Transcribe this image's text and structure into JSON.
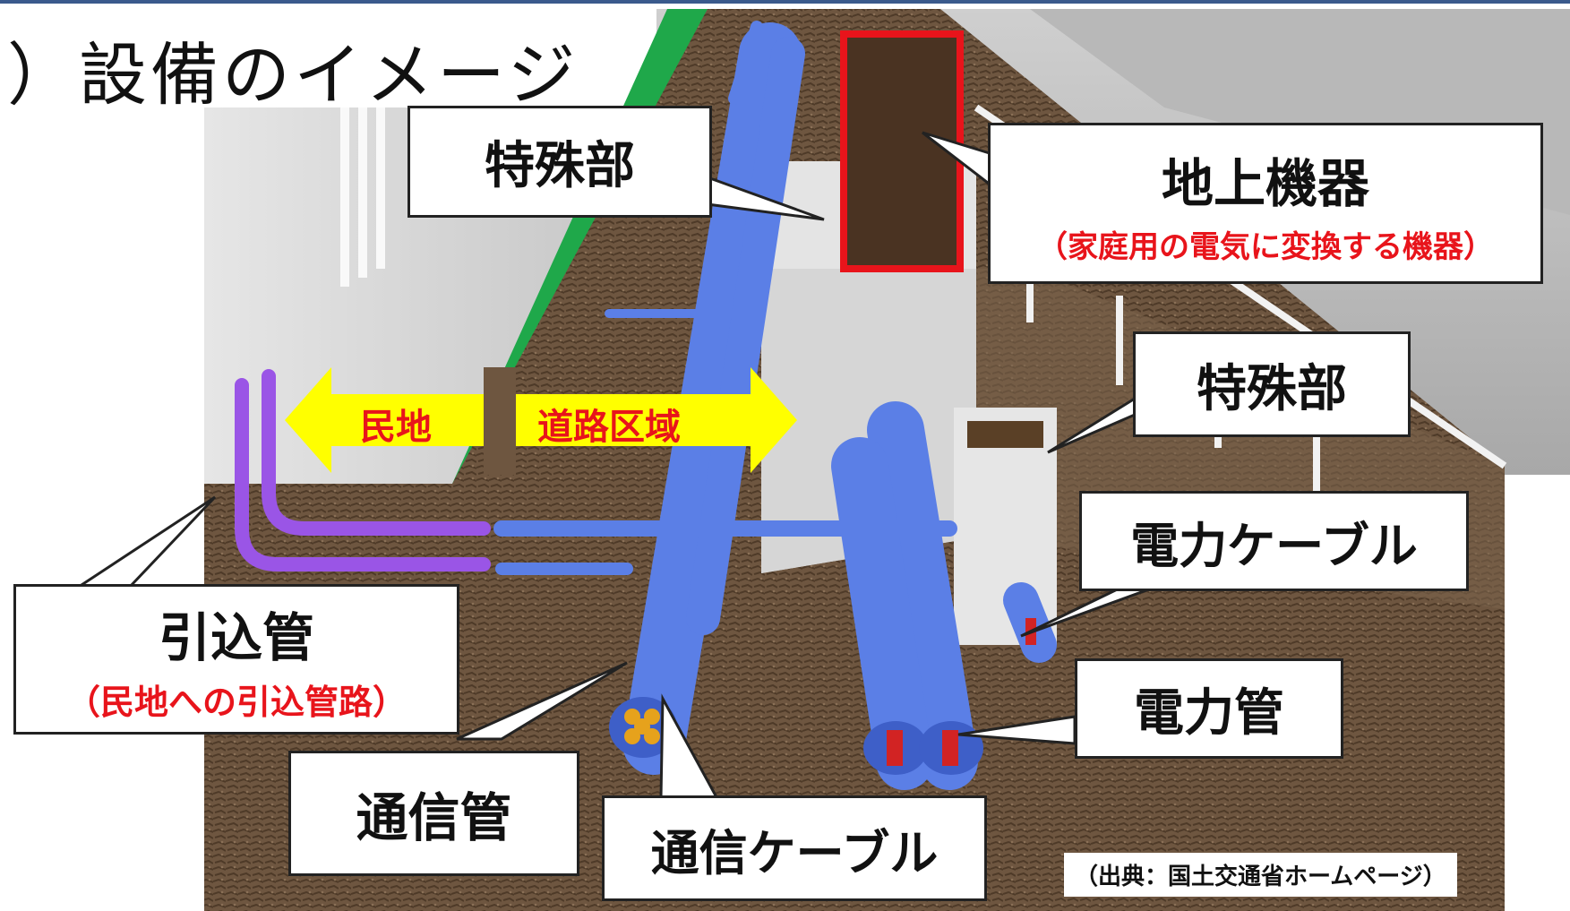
{
  "title": "）設備のイメージ",
  "labels": {
    "tokushubu_top": "特殊部",
    "chijo_kiki": "地上機器",
    "chijo_kiki_sub": "（家庭用の電気に変換する機器）",
    "tokushubu_right": "特殊部",
    "minchi": "民地",
    "doro_kuiki": "道路区域",
    "denryoku_cable": "電力ケーブル",
    "hikikomi_kan": "引込管",
    "hikikomi_kan_sub": "（民地への引込管路）",
    "denryoku_kan": "電力管",
    "tsushin_kan": "通信管",
    "tsushin_cable": "通信ケーブル"
  },
  "source": "（出典：国土交通省ホームページ）",
  "colors": {
    "pipe_blue": "#5b7fe6",
    "intake_purple": "#9a55e6",
    "arrow_yellow": "#ffff00",
    "accent_red": "#e8141b",
    "soil_brown": "#6e5640",
    "equipment_brown": "#4a3322",
    "curb_green": "#1fa84a"
  }
}
